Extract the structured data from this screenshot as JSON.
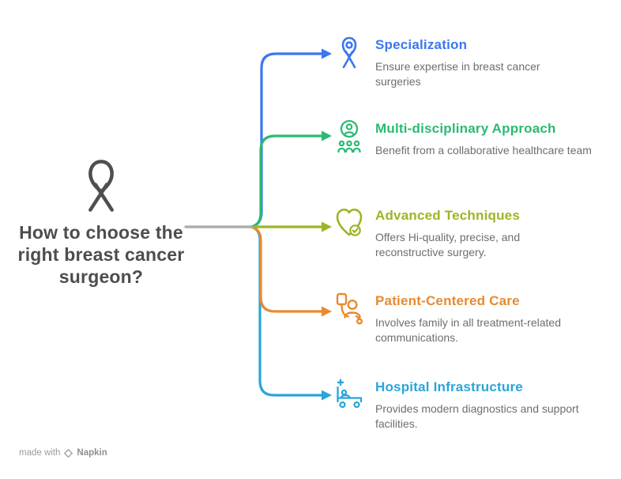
{
  "central_node": {
    "title": "How to choose the right breast cancer surgeon?",
    "icon": "awareness-ribbon"
  },
  "branches": [
    {
      "title": "Specialization",
      "description": "Ensure expertise in breast cancer surgeries",
      "color": "#3A76F0",
      "icon": "ribbon"
    },
    {
      "title": "Multi-disciplinary Approach",
      "description": "Benefit from a collaborative healthcare team",
      "color": "#2BBA72",
      "icon": "team"
    },
    {
      "title": "Advanced Techniques",
      "description": "Offers Hi-quality, precise, and reconstructive surgery.",
      "color": "#9CB525",
      "icon": "heart-check"
    },
    {
      "title": "Patient-Centered Care",
      "description": "Involves family in all treatment-related communications.",
      "color": "#E78A2E",
      "icon": "caregiver"
    },
    {
      "title": "Hospital Infrastructure",
      "description": "Provides modern diagnostics and support facilities.",
      "color": "#29A5DB",
      "icon": "hospital-bed"
    }
  ],
  "connector_color": "#A9A9A9",
  "watermark": {
    "prefix": "made with",
    "brand": "Napkin"
  }
}
